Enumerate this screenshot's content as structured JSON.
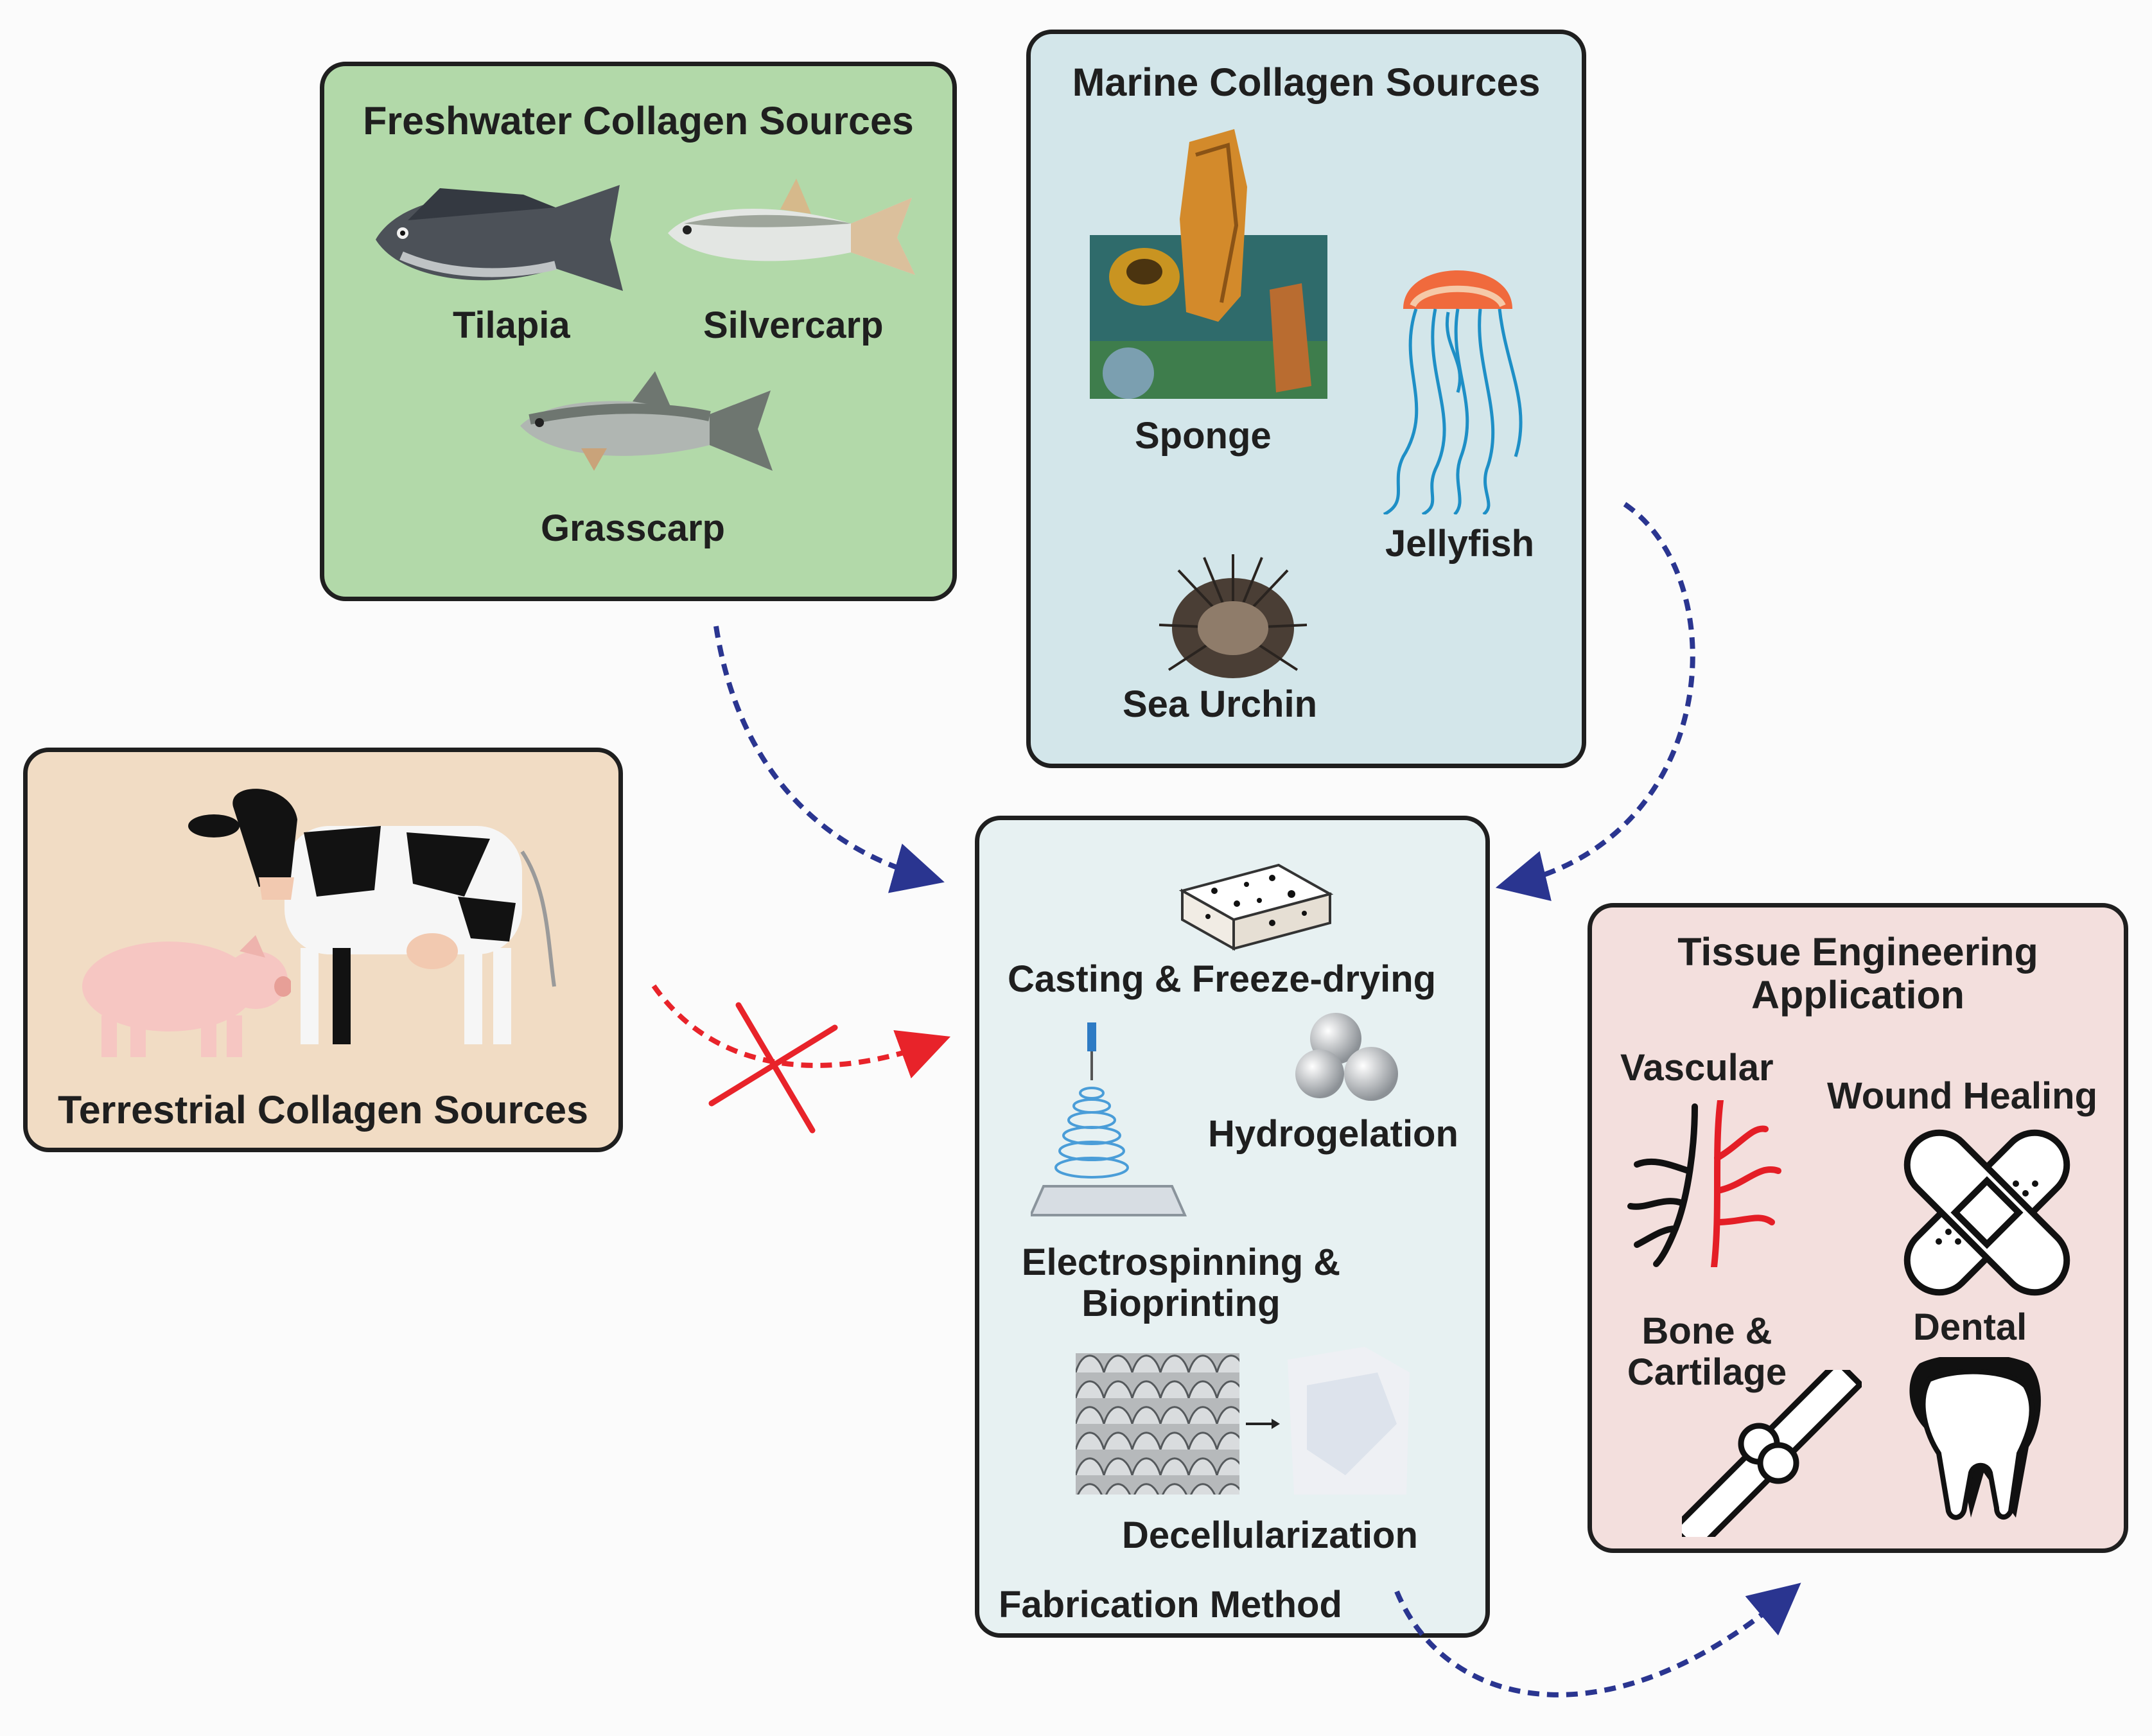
{
  "freshwater": {
    "title": "Freshwater Collagen Sources",
    "items": [
      "Tilapia",
      "Silvercarp",
      "Grasscarp"
    ]
  },
  "marine": {
    "title": "Marine Collagen Sources",
    "items": [
      "Sponge",
      "Jellyfish",
      "Sea Urchin"
    ]
  },
  "terrestrial": {
    "title": "Terrestrial Collagen Sources"
  },
  "fabrication": {
    "title": "Fabrication Method",
    "methods": {
      "casting": "Casting & Freeze-drying",
      "hydrogelation": "Hydrogelation",
      "electro_line1": "Electrospinning &",
      "electro_line2": "Bioprinting",
      "decell": "Decellularization"
    }
  },
  "tissue": {
    "title_line1": "Tissue Engineering",
    "title_line2": "Application",
    "apps": {
      "vascular": "Vascular",
      "wound": "Wound Healing",
      "bone_line1": "Bone &",
      "bone_line2": "Cartilage",
      "dental": "Dental"
    }
  },
  "colors": {
    "freshwater_bg": "#b2d9a9",
    "marine_bg": "#d3e6ea",
    "terrestrial_bg": "#f1dcc4",
    "fabrication_bg": "#e7f1f2",
    "tissue_bg": "#f3dfdd",
    "arrow_blue": "#2a3590",
    "arrow_red": "#e8232a"
  }
}
